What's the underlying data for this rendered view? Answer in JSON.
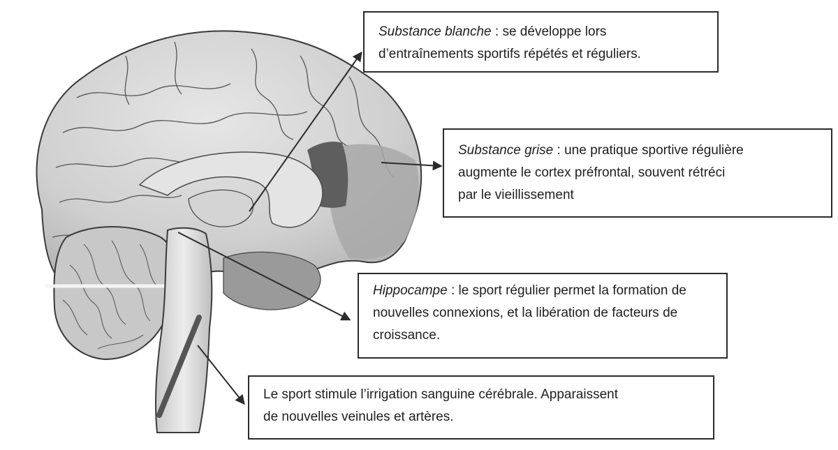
{
  "callouts": {
    "white_matter": {
      "term": "Substance blanche",
      "line1": " : se développe lors",
      "line2": "d’entraînements sportifs répétés et réguliers."
    },
    "grey_matter": {
      "term": "Substance grise",
      "line1": " : une pratique sportive régulière",
      "line2": "augmente le cortex préfrontal, souvent rétréci",
      "line3": "par le vieillissement"
    },
    "hippocampus": {
      "term": "Hippocampe",
      "line1": " : le sport régulier permet la formation de",
      "line2": "nouvelles connexions, et la libération de facteurs de",
      "line3": "croissance."
    },
    "vessels": {
      "line1": "Le sport stimule l’irrigation sanguine cérébrale.  Apparaissent",
      "line2": "de nouvelles veinules et artères."
    }
  },
  "colors": {
    "cortex_light": "#dadada",
    "cortex_mid": "#bdbdbd",
    "prefrontal": "#9c9c9c",
    "prefrontal_dark": "#5e5e5e",
    "cerebellum": "#c4c4c4",
    "brainstem": "#d8d8d8",
    "vessel_bar": "#555555",
    "outline": "#3a3a3a",
    "arrow": "#2b2b2b"
  }
}
